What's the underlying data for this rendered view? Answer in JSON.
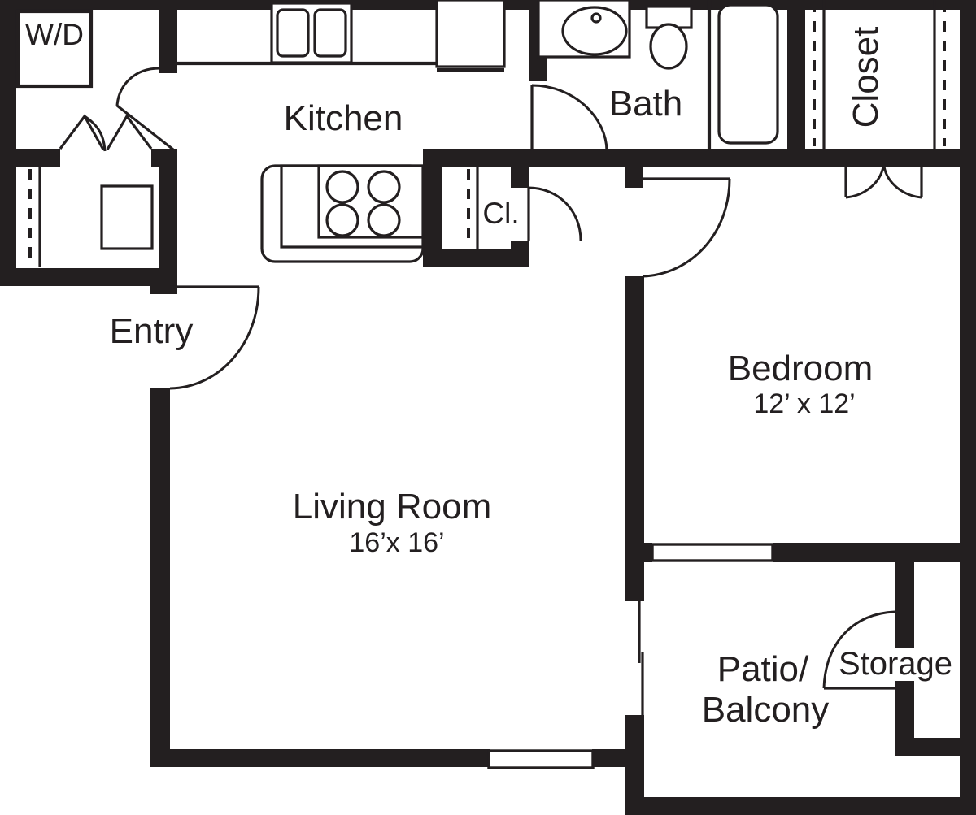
{
  "plan": {
    "title": "Apartment Floor Plan",
    "bedrooms": 1,
    "background_color": "#ffffff",
    "wall_color": "#231f20",
    "line_color": "#231f20"
  },
  "rooms": [
    {
      "key": "laundry",
      "label": "W/D",
      "dimensions": "",
      "rotation": 0
    },
    {
      "key": "kitchen",
      "label": "Kitchen",
      "dimensions": "",
      "rotation": 0
    },
    {
      "key": "bath",
      "label": "Bath",
      "dimensions": "",
      "rotation": 0
    },
    {
      "key": "closet",
      "label": "Closet",
      "dimensions": "",
      "rotation": -90
    },
    {
      "key": "hallcl",
      "label": "Cl.",
      "dimensions": "",
      "rotation": 0
    },
    {
      "key": "entry",
      "label": "Entry",
      "dimensions": "",
      "rotation": 0
    },
    {
      "key": "bedroom",
      "label": "Bedroom",
      "dimensions": "12’ x 12’",
      "rotation": 0
    },
    {
      "key": "living",
      "label": "Living Room",
      "dimensions": "16’x 16’",
      "rotation": 0
    },
    {
      "key": "patio",
      "label": "Patio/",
      "dimensions": "Balcony",
      "rotation": 0
    },
    {
      "key": "storage",
      "label": "Storage",
      "dimensions": "",
      "rotation": 0
    }
  ],
  "labels": {
    "laundry": "W/D",
    "kitchen": "Kitchen",
    "bath": "Bath",
    "closet": "Closet",
    "hall_closet": "Cl.",
    "entry": "Entry",
    "bedroom": "Bedroom",
    "bedroom_dimensions": "12’ x 12’",
    "living_room": "Living Room",
    "living_room_dimensions": "16’x 16’",
    "patio_line1": "Patio/",
    "patio_line2": "Balcony",
    "storage": "Storage"
  },
  "fixtures": [
    {
      "name": "washer-dryer-unit",
      "room": "laundry"
    },
    {
      "name": "kitchen-double-sink",
      "room": "kitchen"
    },
    {
      "name": "refrigerator",
      "room": "kitchen"
    },
    {
      "name": "cooktop-range",
      "room": "kitchen"
    },
    {
      "name": "bathroom-sink-vanity",
      "room": "bath"
    },
    {
      "name": "toilet",
      "room": "bath"
    },
    {
      "name": "bathtub",
      "room": "bath"
    },
    {
      "name": "water-heater",
      "room": "entry-closet"
    }
  ],
  "doors": [
    {
      "name": "entry-door",
      "type": "swing"
    },
    {
      "name": "bedroom-door",
      "type": "swing"
    },
    {
      "name": "bath-door",
      "type": "swing"
    },
    {
      "name": "hall-closet-door",
      "type": "swing"
    },
    {
      "name": "storage-door",
      "type": "swing"
    },
    {
      "name": "kitchen-laundry-door",
      "type": "swing"
    },
    {
      "name": "entry-closet-doors",
      "type": "bifold"
    },
    {
      "name": "bedroom-closet-doors",
      "type": "bifold"
    }
  ],
  "windows": [
    {
      "name": "bedroom-window"
    },
    {
      "name": "living-room-slider"
    }
  ]
}
